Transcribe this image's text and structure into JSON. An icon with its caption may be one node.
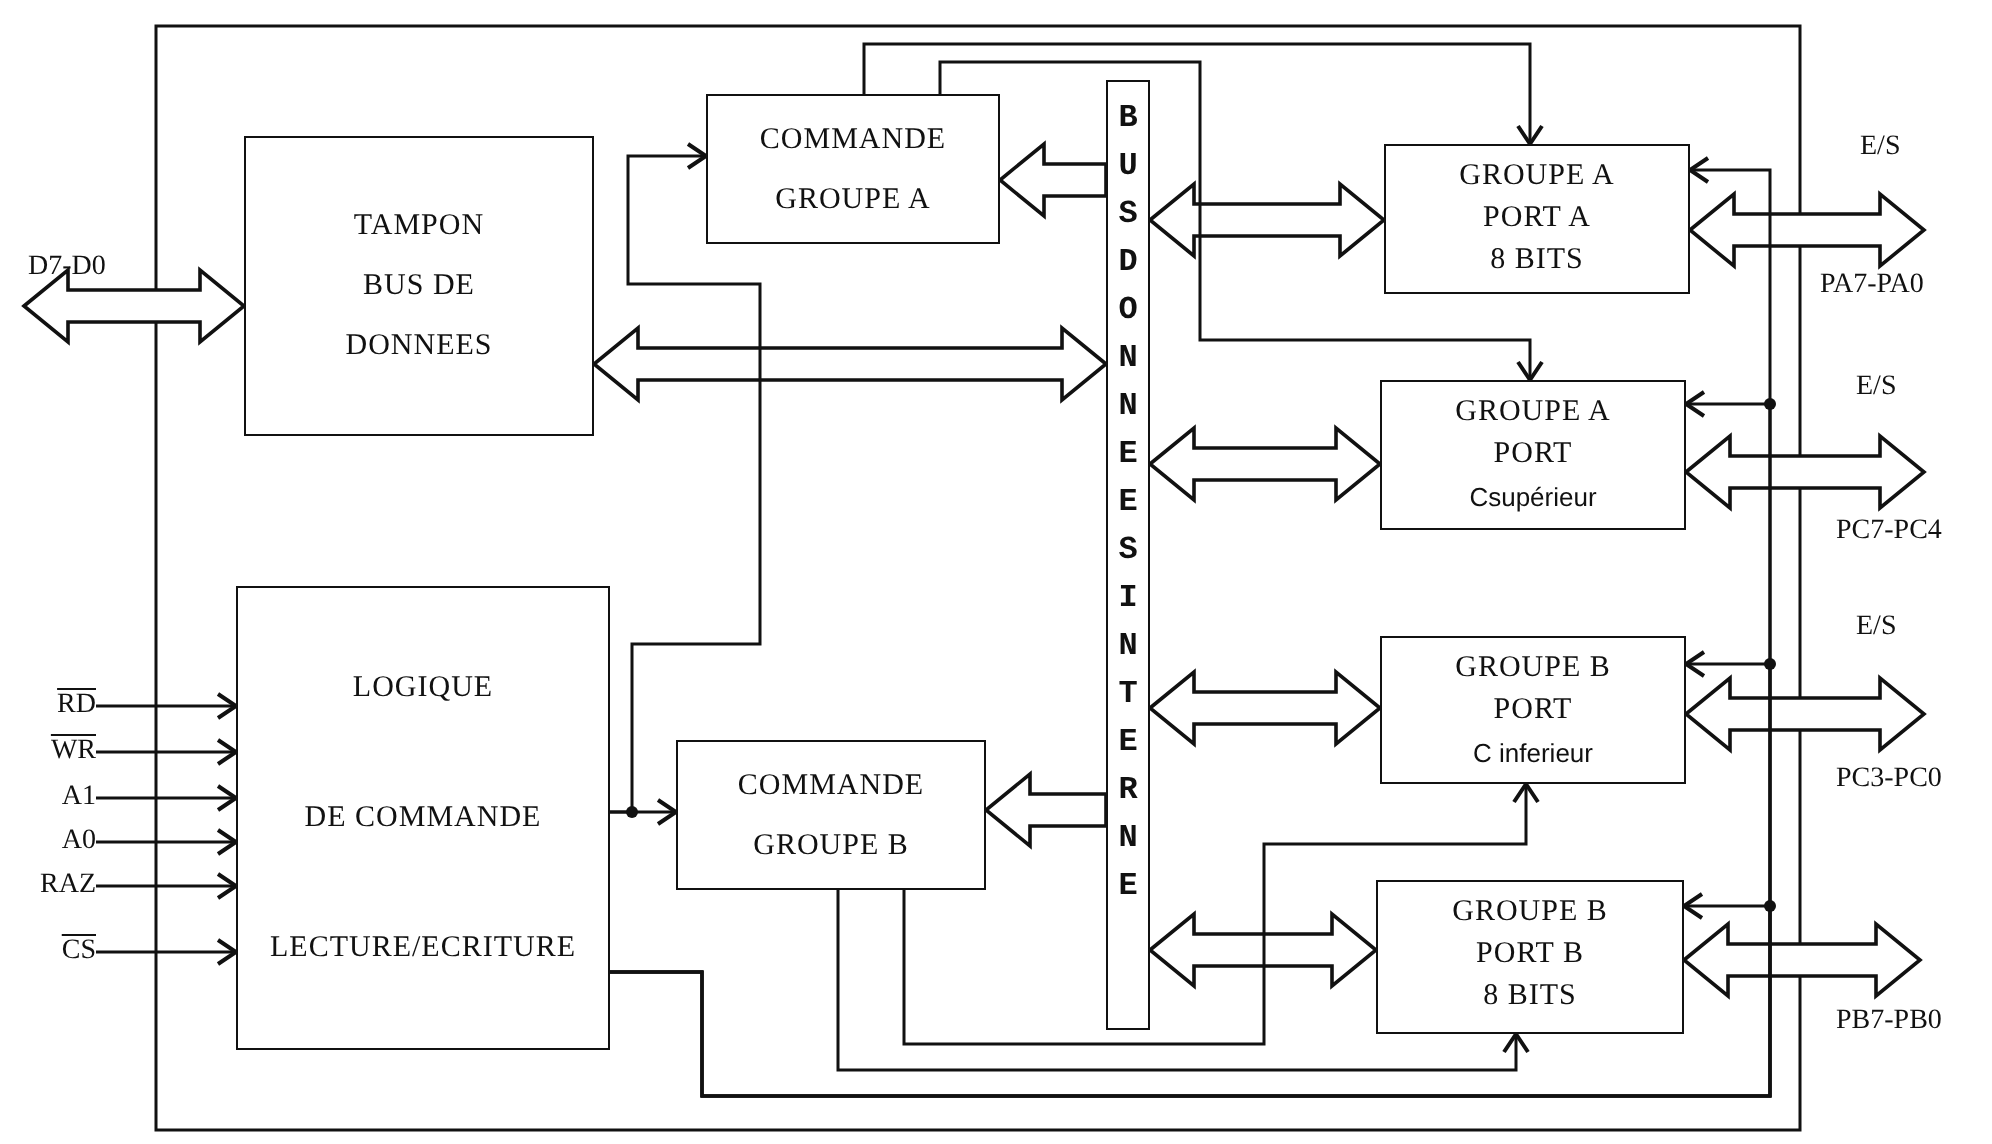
{
  "diagram": {
    "nodes": [
      {
        "text": [
          "TAMPON BUS DE DONNEES"
        ]
      },
      {
        "text": [
          "COMMANDE GROUPE A"
        ]
      },
      {
        "text": [
          "LOGIQUE",
          "DE COMMANDE",
          "LECTURE/ECRITURE"
        ]
      },
      {
        "text": [
          "COMMANDE GROUPE B"
        ]
      },
      {
        "text": [
          "BUS DONNEES INTERNE"
        ]
      },
      {
        "text": [
          "GROUPE A",
          "PORT A",
          "8 BITS"
        ]
      },
      {
        "text": [
          "GROUPE A",
          "PORT",
          "Csupérieur"
        ]
      },
      {
        "text": [
          "GROUPE B",
          "PORT",
          "C inferieur"
        ]
      },
      {
        "text": [
          "GROUPE B",
          "PORT B",
          "8 BITS"
        ]
      },
      {
        "text": [
          "RD"
        ]
      },
      {
        "text": [
          "WR"
        ]
      },
      {
        "text": [
          "A1"
        ]
      },
      {
        "text": [
          "A0"
        ]
      },
      {
        "text": [
          "RAZ"
        ]
      },
      {
        "text": [
          "CS"
        ]
      }
    ],
    "edges": [
      {
        "from": null,
        "to": 0,
        "arrow": "both",
        "style": "thick"
      },
      {
        "from": 4,
        "to": 0,
        "arrow": "both",
        "style": "thick"
      },
      {
        "from": 4,
        "to": 1,
        "arrow": "to",
        "style": "thick"
      },
      {
        "from": 4,
        "to": 3,
        "arrow": "to",
        "style": "thick"
      },
      {
        "from": 4,
        "to": 5,
        "arrow": "both",
        "style": "thick"
      },
      {
        "from": 4,
        "to": 6,
        "arrow": "both",
        "style": "thick"
      },
      {
        "from": 4,
        "to": 7,
        "arrow": "both",
        "style": "thick"
      },
      {
        "from": 4,
        "to": 8,
        "arrow": "both",
        "style": "thick"
      },
      {
        "from": 5,
        "to": null,
        "arrow": "both",
        "style": "thick"
      },
      {
        "from": 6,
        "to": null,
        "arrow": "both",
        "style": "thick"
      },
      {
        "from": 7,
        "to": null,
        "arrow": "both",
        "style": "thick"
      },
      {
        "from": 8,
        "to": null,
        "arrow": "both",
        "style": "thick"
      },
      {
        "from": 9,
        "to": 2,
        "arrow": "to"
      },
      {
        "from": 10,
        "to": 2,
        "arrow": "to"
      },
      {
        "from": 11,
        "to": 2,
        "arrow": "to"
      },
      {
        "from": 12,
        "to": 2,
        "arrow": "to"
      },
      {
        "from": 13,
        "to": 2,
        "arrow": "to"
      },
      {
        "from": 14,
        "to": 2,
        "arrow": "to"
      },
      {
        "from": 2,
        "to": 3,
        "arrow": "to"
      },
      {
        "from": 2,
        "to": 1,
        "arrow": "to"
      },
      {
        "from": 1,
        "to": 5,
        "arrow": "to"
      },
      {
        "from": 1,
        "to": 6,
        "arrow": "to"
      },
      {
        "from": 3,
        "to": 7,
        "arrow": "to"
      },
      {
        "from": 3,
        "to": 8,
        "arrow": "to"
      },
      {
        "from": 2,
        "to": 5,
        "arrow": "to"
      },
      {
        "from": 2,
        "to": 6,
        "arrow": "to"
      },
      {
        "from": 2,
        "to": 7,
        "arrow": "to"
      },
      {
        "from": 2,
        "to": 8,
        "arrow": "to"
      }
    ],
    "labels": [
      "D7-D0",
      "E/S",
      "PA7-PA0",
      "E/S",
      "PC7-PC4",
      "E/S",
      "PC3-PC0",
      "PB7-PB0"
    ]
  }
}
